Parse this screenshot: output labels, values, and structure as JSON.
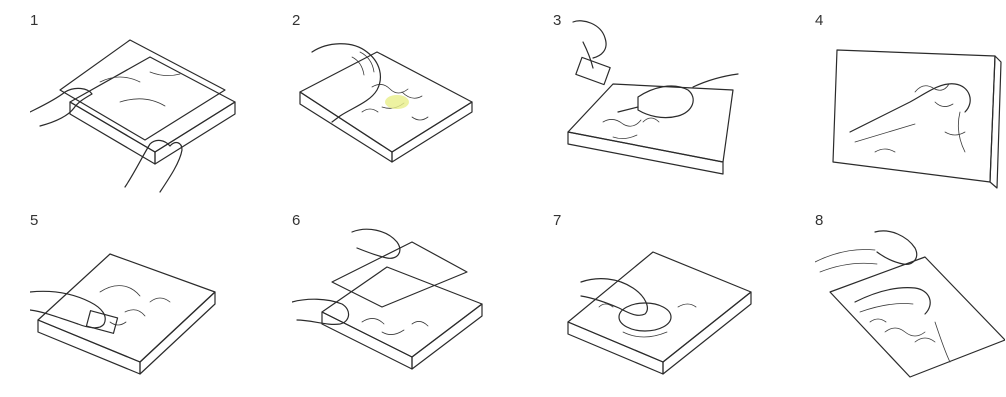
{
  "colors": {
    "wood": "#f7dede",
    "wood_face": "#efd0cc",
    "ink_blue": "#a9abd8",
    "paper": "#ffffff",
    "line": "#2b2b2b",
    "highlight": "#e8ef8a"
  },
  "steps": [
    {
      "number": "1",
      "icon": "paper-on-block-icon"
    },
    {
      "number": "2",
      "icon": "transfer-design-icon"
    },
    {
      "number": "3",
      "icon": "chisel-and-mallet-icon"
    },
    {
      "number": "4",
      "icon": "carved-block-icon"
    },
    {
      "number": "5",
      "icon": "inking-block-icon"
    },
    {
      "number": "6",
      "icon": "lay-paper-icon"
    },
    {
      "number": "7",
      "icon": "baren-rubbing-icon"
    },
    {
      "number": "8",
      "icon": "peel-print-icon"
    }
  ]
}
